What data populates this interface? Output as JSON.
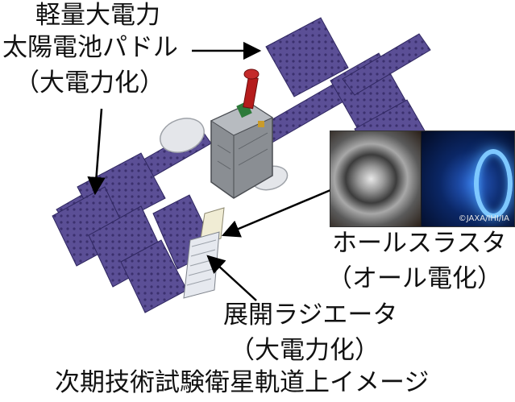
{
  "labels": {
    "solar_line1": "軽量大電力",
    "solar_line2": "太陽電池パドル",
    "solar_line3": "（大電力化）",
    "hall_line1": "ホールスラスタ",
    "hall_line2": "（オール電化）",
    "radiator_line1": "展開ラジエータ",
    "radiator_line2": "（大電力化）",
    "caption": "次期技術試験衛星軌道上イメージ"
  },
  "photo_credit": "©JAXA/IHI/IA",
  "colors": {
    "panel": "#5b4f96",
    "panel_dark": "#3e3470",
    "body": "#8a8e93",
    "antenna": "#d9dbe0",
    "thruster_red": "#b51b1b"
  }
}
